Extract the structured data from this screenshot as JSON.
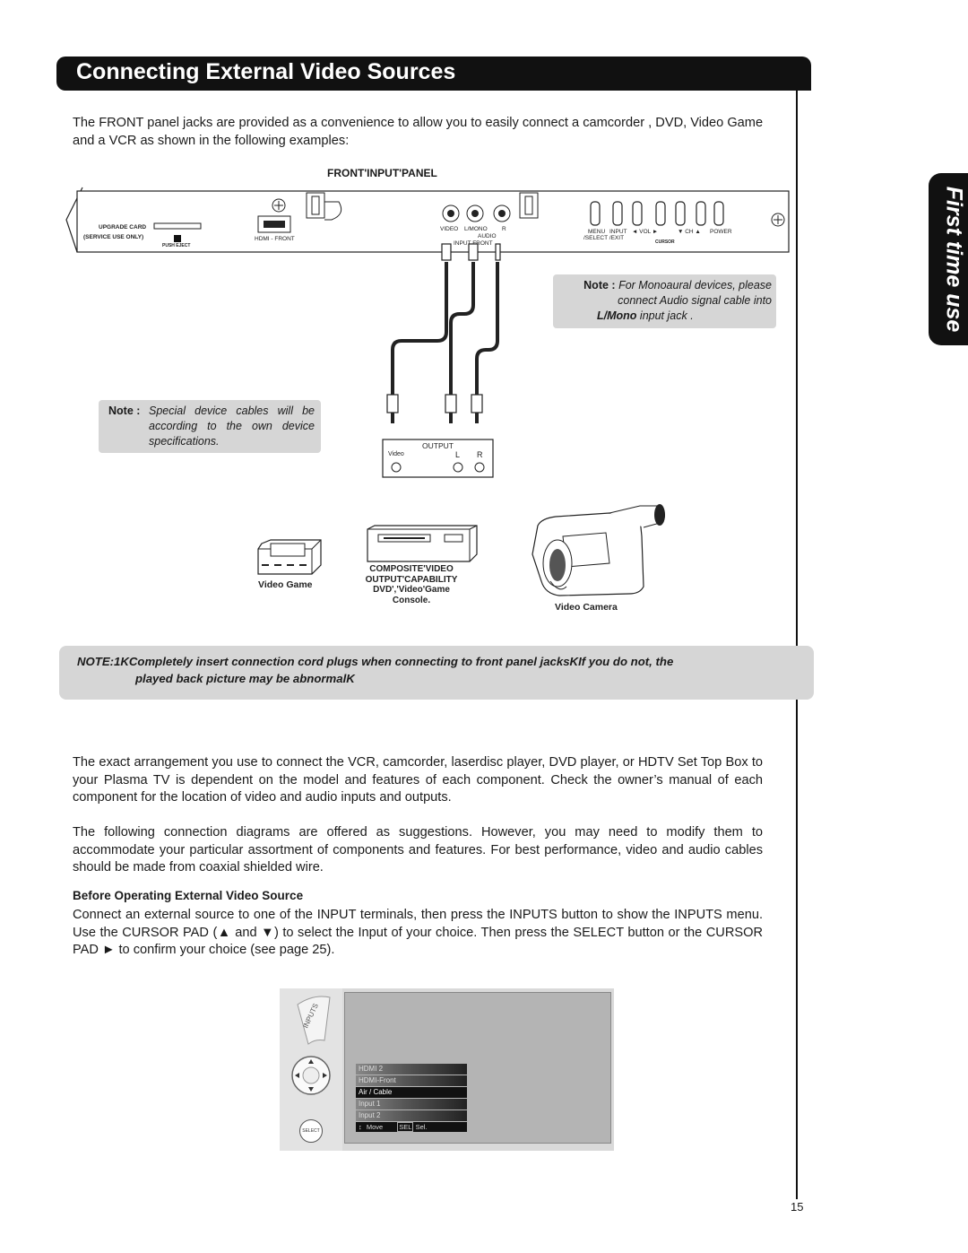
{
  "page": {
    "title": "Connecting External Video Sources",
    "side_tab": "First time use",
    "page_number": "15"
  },
  "intro": "The FRONT panel jacks are provided as a convenience to allow you to easily connect a camcorder , DVD, Video Game and a VCR as shown in the following examples:",
  "diagram": {
    "panel_title": "FRONT'INPUT'PANEL",
    "upgrade_card": "UPGRADE CARD",
    "service_use": "(SERVICE USE ONLY)",
    "push_eject": "PUSH EJECT",
    "hdmi_front": "HDMI - FRONT",
    "jack_video": "VIDEO",
    "jack_lmono": "L/MONO",
    "jack_r": "R",
    "jack_audio": "AUDIO",
    "input_front": "INPUT FRONT",
    "btn_menu": "MENU",
    "btn_input": "INPUT",
    "btn_select_exit": "/SELECT  /EXIT",
    "btn_vol": "◄  VOL  ►",
    "btn_ch": "▼  CH  ▲",
    "btn_power": "POWER",
    "btn_cursor": "CURSOR",
    "output_label": "OUTPUT",
    "output_video": "Video",
    "output_l": "L",
    "output_r": "R",
    "note_mono_label": "Note :",
    "note_mono_text": "For Monoaural devices, please connect Audio signal cable into",
    "note_mono_bold": "L/Mono",
    "note_mono_tail": "input jack .",
    "note_cables_label": "Note :",
    "note_cables_text": "Special device cables will be according to the own device specifications.",
    "device_video_game": "Video Game",
    "composite_1": "COMPOSITE'VIDEO",
    "composite_2": "OUTPUT'CAPABILITY",
    "composite_3": "DVD','Video'Game",
    "composite_4": "Console.",
    "device_video_camera": "Video Camera"
  },
  "note1": {
    "line1": "NOTE:1KCompletely insert connection cord plugs when connecting to front panel jacksKIf you do not, the",
    "line2": "played back picture may be abnormalK"
  },
  "para2": "The exact arrangement you use to connect the VCR, camcorder, laserdisc player, DVD player, or HDTV Set Top Box to your Plasma TV is dependent on the model and features of each component.  Check the owner’s manual of each component for the location of video and audio inputs and outputs.",
  "para3": "The following connection diagrams are offered as suggestions.  However, you may need to modify them to accommodate your particular assortment of components and features.  For best performance, video and audio cables should be made from coaxial shielded wire.",
  "section": {
    "heading": "Before Operating External Video Source",
    "body_1": "Connect an external source to one of the INPUT terminals, then press the INPUTS button to show the INPUTS menu.  Use the CURSOR PAD (▲ and ▼) to select the Input of your choice.  Then press the SELECT button or the CURSOR PAD  ► to confirm your choice (see page 25)."
  },
  "remote": {
    "inputs_btn": "INPUTS",
    "select_btn": "SELECT"
  },
  "menu": {
    "items": [
      "HDMI 2",
      "HDMI-Front",
      "Air / Cable",
      "Input 1",
      "Input 2"
    ],
    "selected": "Air / Cable",
    "footer_move": "Move",
    "footer_sel_key": "SEL",
    "footer_sel": "Sel."
  },
  "colors": {
    "title_bar": "#111111",
    "note_box": "#d6d6d6",
    "screen_bg": "#b4b4b4"
  }
}
